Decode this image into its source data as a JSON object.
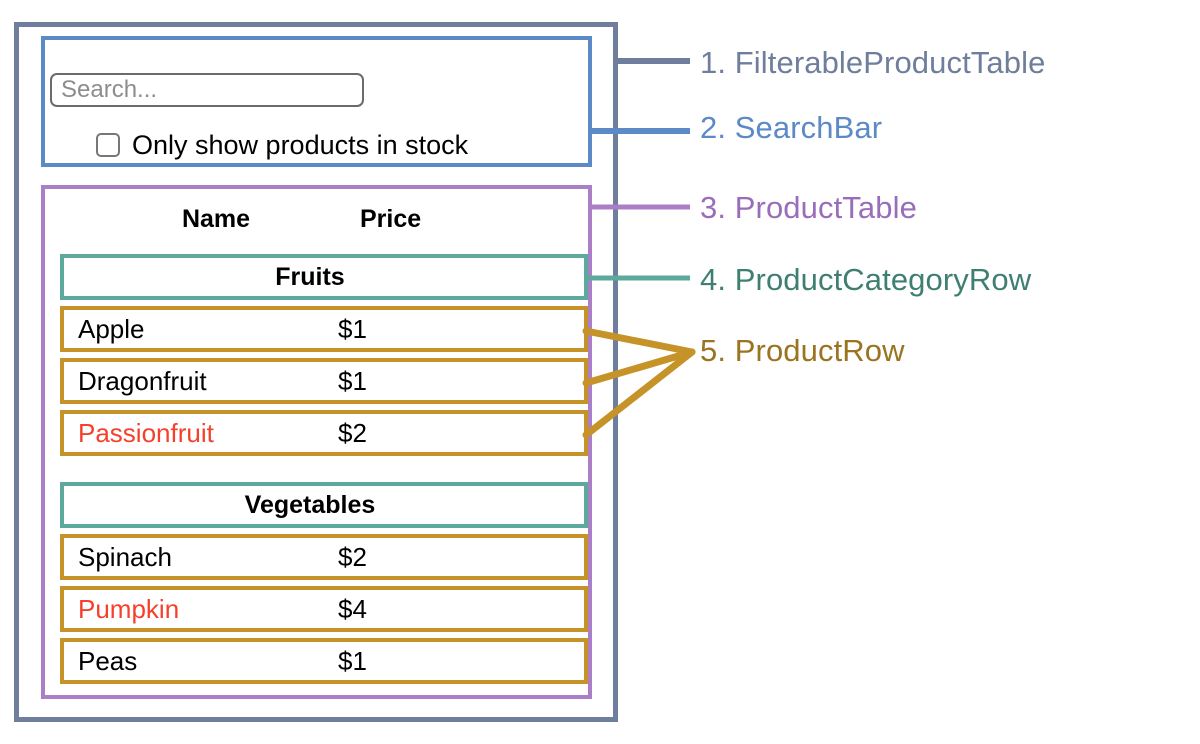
{
  "diagram": {
    "title": "FilterableProductTable component hierarchy",
    "colors": {
      "filterable_product_table": "#6e7e9c",
      "search_bar": "#5b8ac6",
      "product_table": "#ab7fc8",
      "product_category_row": "#5ea99e",
      "product_row": "#c69328",
      "out_of_stock_text": "#f5402c",
      "text": "#000000"
    }
  },
  "search_bar": {
    "search_input": {
      "value": "",
      "placeholder": "Search..."
    },
    "stock_filter": {
      "label": "Only show products in stock",
      "checked": false
    }
  },
  "product_table": {
    "headers": {
      "name": "Name",
      "price": "Price"
    },
    "groups": [
      {
        "category": "Fruits",
        "rows": [
          {
            "name": "Apple",
            "price": "$1",
            "in_stock": true
          },
          {
            "name": "Dragonfruit",
            "price": "$1",
            "in_stock": true
          },
          {
            "name": "Passionfruit",
            "price": "$2",
            "in_stock": false
          }
        ]
      },
      {
        "category": "Vegetables",
        "rows": [
          {
            "name": "Spinach",
            "price": "$2",
            "in_stock": true
          },
          {
            "name": "Pumpkin",
            "price": "$4",
            "in_stock": false
          },
          {
            "name": "Peas",
            "price": "$1",
            "in_stock": true
          }
        ]
      }
    ]
  },
  "legend": [
    {
      "number": "1.",
      "label": "FilterableProductTable",
      "text": "1. FilterableProductTable",
      "color": "#6e7e9c"
    },
    {
      "number": "2.",
      "label": "SearchBar",
      "text": "2. SearchBar",
      "color": "#5b8ac6"
    },
    {
      "number": "3.",
      "label": "ProductTable",
      "text": "3. ProductTable",
      "color": "#9a6dba"
    },
    {
      "number": "4.",
      "label": "ProductCategoryRow",
      "text": "4. ProductCategoryRow",
      "color": "#3f7f72"
    },
    {
      "number": "5.",
      "label": "ProductRow",
      "text": "5. ProductRow",
      "color": "#9a7420"
    }
  ]
}
